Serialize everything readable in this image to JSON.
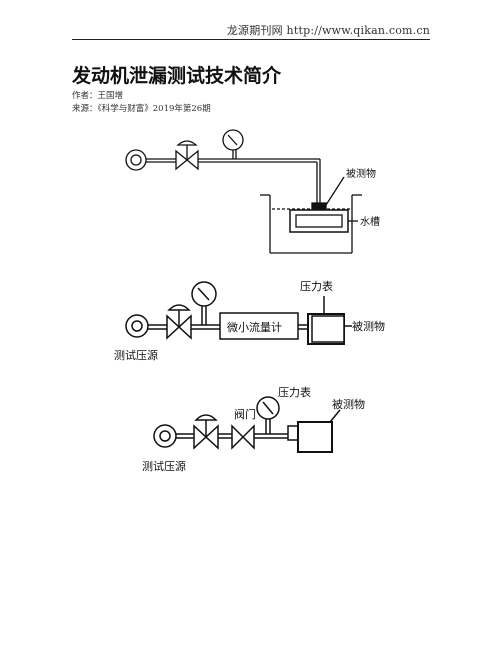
{
  "header": {
    "site": "龙源期刊网 http://www.qikan.com.cn"
  },
  "article": {
    "title": "发动机泄漏测试技术简介",
    "author": "作者：王国增",
    "source": "来源：《科学与财富》2019年第26期"
  },
  "figures": {
    "fig1": {
      "label_object": "被测物",
      "label_tank": "水槽"
    },
    "fig2": {
      "label_gauge": "压力表",
      "label_flowmeter": "微小流量计",
      "label_object": "被测物",
      "label_source": "测试压源"
    },
    "fig3": {
      "label_gauge": "压力表",
      "label_valve": "阀门",
      "label_object": "被测物",
      "label_source": "测试压源"
    }
  }
}
